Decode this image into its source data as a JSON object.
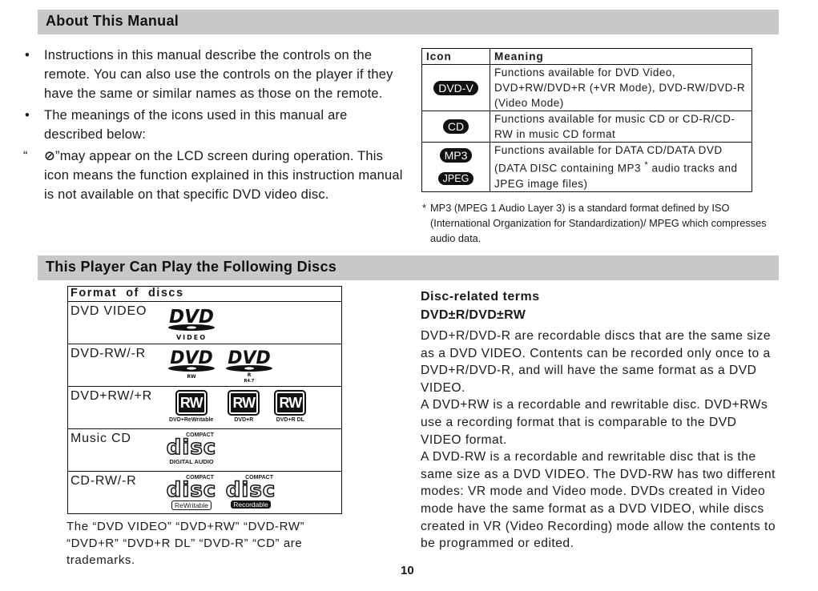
{
  "sections": {
    "about_title": "About This Manual",
    "discs_title": "This Player Can Play the Following Discs"
  },
  "about": {
    "bullet1": "Instructions in this manual describe the controls on the remote. You can also use the controls on the player if they have the same or similar names as those on the remote.",
    "bullet2": "The meanings of the icons used in this manual are described below:",
    "note_open": "“",
    "note_symbol": "⊘",
    "note_text": "”may appear on the LCD screen during operation. This icon means the function explained in this instruction manual is not available on that specific DVD video disc."
  },
  "icon_table": {
    "col_icon": "Icon",
    "col_meaning": "Meaning",
    "rows": [
      {
        "icons": [
          "DVD-V"
        ],
        "meaning": "Functions available for DVD Video, DVD+RW/DVD+R (+VR Mode), DVD-RW/DVD-R (Video Mode)"
      },
      {
        "icons": [
          "CD"
        ],
        "meaning": "Functions available for music CD or CD-R/CD-RW in music CD format"
      },
      {
        "icons": [
          "MP3",
          "JPEG"
        ],
        "meaning": "Functions available for DATA CD/DATA DVD (DATA DISC containing MP3",
        "meaning_sup": "*",
        "meaning_tail": "audio tracks and JPEG image files)"
      }
    ]
  },
  "footnote": {
    "star": "*",
    "text": "MP3 (MPEG 1 Audio Layer 3) is a standard format defined by ISO (International Organization for Standardization)/ MPEG which compresses audio data."
  },
  "disc_table": {
    "header": "Format  of  discs",
    "rows": [
      {
        "label": "DVD VIDEO"
      },
      {
        "label": "DVD-RW/-R"
      },
      {
        "label": "DVD+RW/+R"
      },
      {
        "label": "Music CD"
      },
      {
        "label": "CD-RW/-R"
      }
    ],
    "logos": {
      "dvd_video_caption": "VIDEO",
      "dvd_rw_caption": "RW",
      "dvd_r_caption": "R",
      "dvd_r47_caption": "R4.7",
      "rw_text": "RW",
      "rw_cap1": "DVD+ReWritable",
      "rw_cap2": "DVD+R",
      "rw_cap3": "DVD+R DL",
      "compact": "COMPACT",
      "disc_word": "disc",
      "digital_audio": "DIGITAL AUDIO",
      "rewritable": "ReWritable",
      "recordable": "Recordable"
    }
  },
  "trademarks": "The “DVD VIDEO” “DVD+RW” “DVD-RW” “DVD+R” “DVD+R DL” “DVD-R” “CD” are trademarks.",
  "terms": {
    "heading": "Disc-related terms",
    "subheading": "DVD±R/DVD±RW",
    "p1": "DVD+R/DVD-R are recordable discs that are the same size as a DVD VIDEO. Contents can be recorded only once to a DVD+R/DVD-R, and will have the same format as a DVD VIDEO.",
    "p2": "A DVD+RW is a recordable and rewritable disc. DVD+RWs use a recording format that is comparable to the DVD VIDEO format.",
    "p3": "A DVD-RW is a recordable and rewritable disc that is the same size as a DVD VIDEO. The DVD-RW has two different modes: VR mode and Video mode. DVDs created in Video mode have the same format as a DVD VIDEO, while discs created in VR (Video Recording) mode allow the contents to be programmed or edited."
  },
  "page_number": "10"
}
